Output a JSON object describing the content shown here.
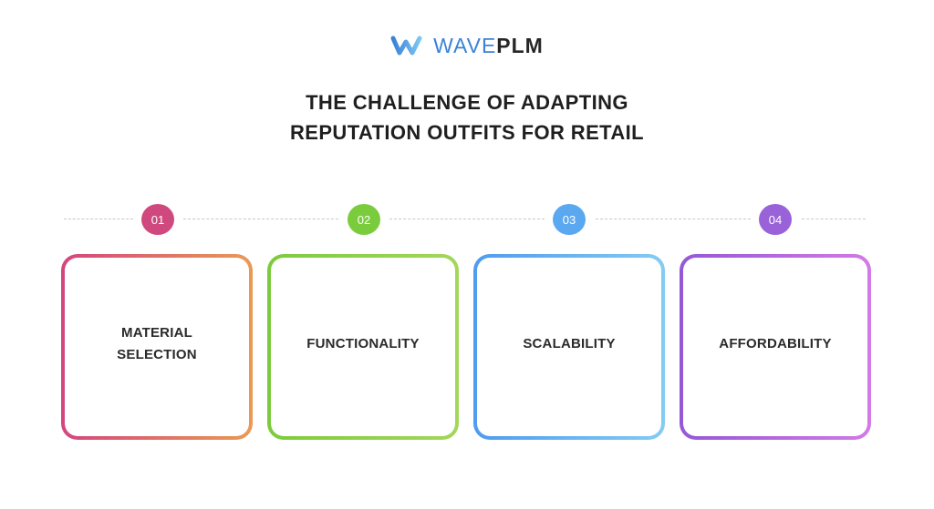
{
  "logo": {
    "icon": "wave-w-icon",
    "brand_part1": "WAVE",
    "brand_part2": "PLM",
    "colors": [
      "#3b82d6",
      "#7cc6f2"
    ]
  },
  "title": {
    "line1": "THE CHALLENGE OF ADAPTING",
    "line2": "REPUTATION OUTFITS FOR RETAIL"
  },
  "steps": [
    {
      "number": "01",
      "label": "MATERIAL SELECTION",
      "badge_color": "#d0497e",
      "gradient": [
        "#d3467f",
        "#ea9a54"
      ]
    },
    {
      "number": "02",
      "label": "FUNCTIONALITY",
      "badge_color": "#7bcc3d",
      "gradient": [
        "#7ccb3c",
        "#a3d75a"
      ]
    },
    {
      "number": "03",
      "label": "SCALABILITY",
      "badge_color": "#5aa8f0",
      "gradient": [
        "#4e9bf0",
        "#83ccf2"
      ]
    },
    {
      "number": "04",
      "label": "AFFORDABILITY",
      "badge_color": "#9a62d8",
      "gradient": [
        "#9557d6",
        "#d37ae6"
      ]
    }
  ]
}
